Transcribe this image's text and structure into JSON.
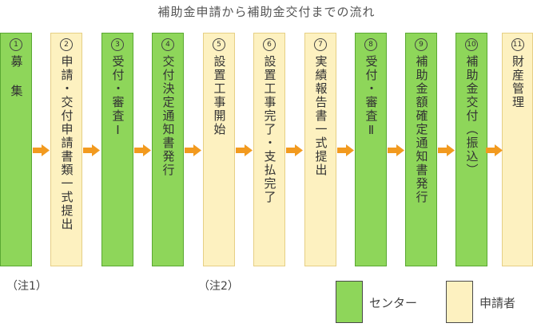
{
  "title": "補助金申請から補助金交付までの流れ",
  "steps": [
    {
      "num": "1",
      "label": "募 集",
      "role": "center"
    },
    {
      "num": "2",
      "label": "申請・交付申請書類一式提出",
      "role": "applicant"
    },
    {
      "num": "3",
      "label": "受付・審査Ⅰ",
      "role": "center"
    },
    {
      "num": "4",
      "label": "交付決定通知書発行",
      "role": "center"
    },
    {
      "num": "5",
      "label": "設置工事開始",
      "role": "applicant"
    },
    {
      "num": "6",
      "label": "設置工事完了・支払完了",
      "role": "applicant"
    },
    {
      "num": "7",
      "label": "実績報告書一式提出",
      "role": "applicant"
    },
    {
      "num": "8",
      "label": "受付・審査Ⅱ",
      "role": "center"
    },
    {
      "num": "9",
      "label": "補助金額確定通知書発行",
      "role": "center"
    },
    {
      "num": "10",
      "label": "補助金交付（振込）",
      "role": "center"
    },
    {
      "num": "11",
      "label": "財産管理",
      "role": "applicant"
    }
  ],
  "notes": {
    "note1": "（注1）",
    "note2": "（注2）"
  },
  "legend": {
    "center": "センター",
    "applicant": "申請者"
  },
  "colors": {
    "center_fill": "#8ed65a",
    "applicant_fill": "#fdf1c0",
    "arrow": "#f29a1f"
  }
}
